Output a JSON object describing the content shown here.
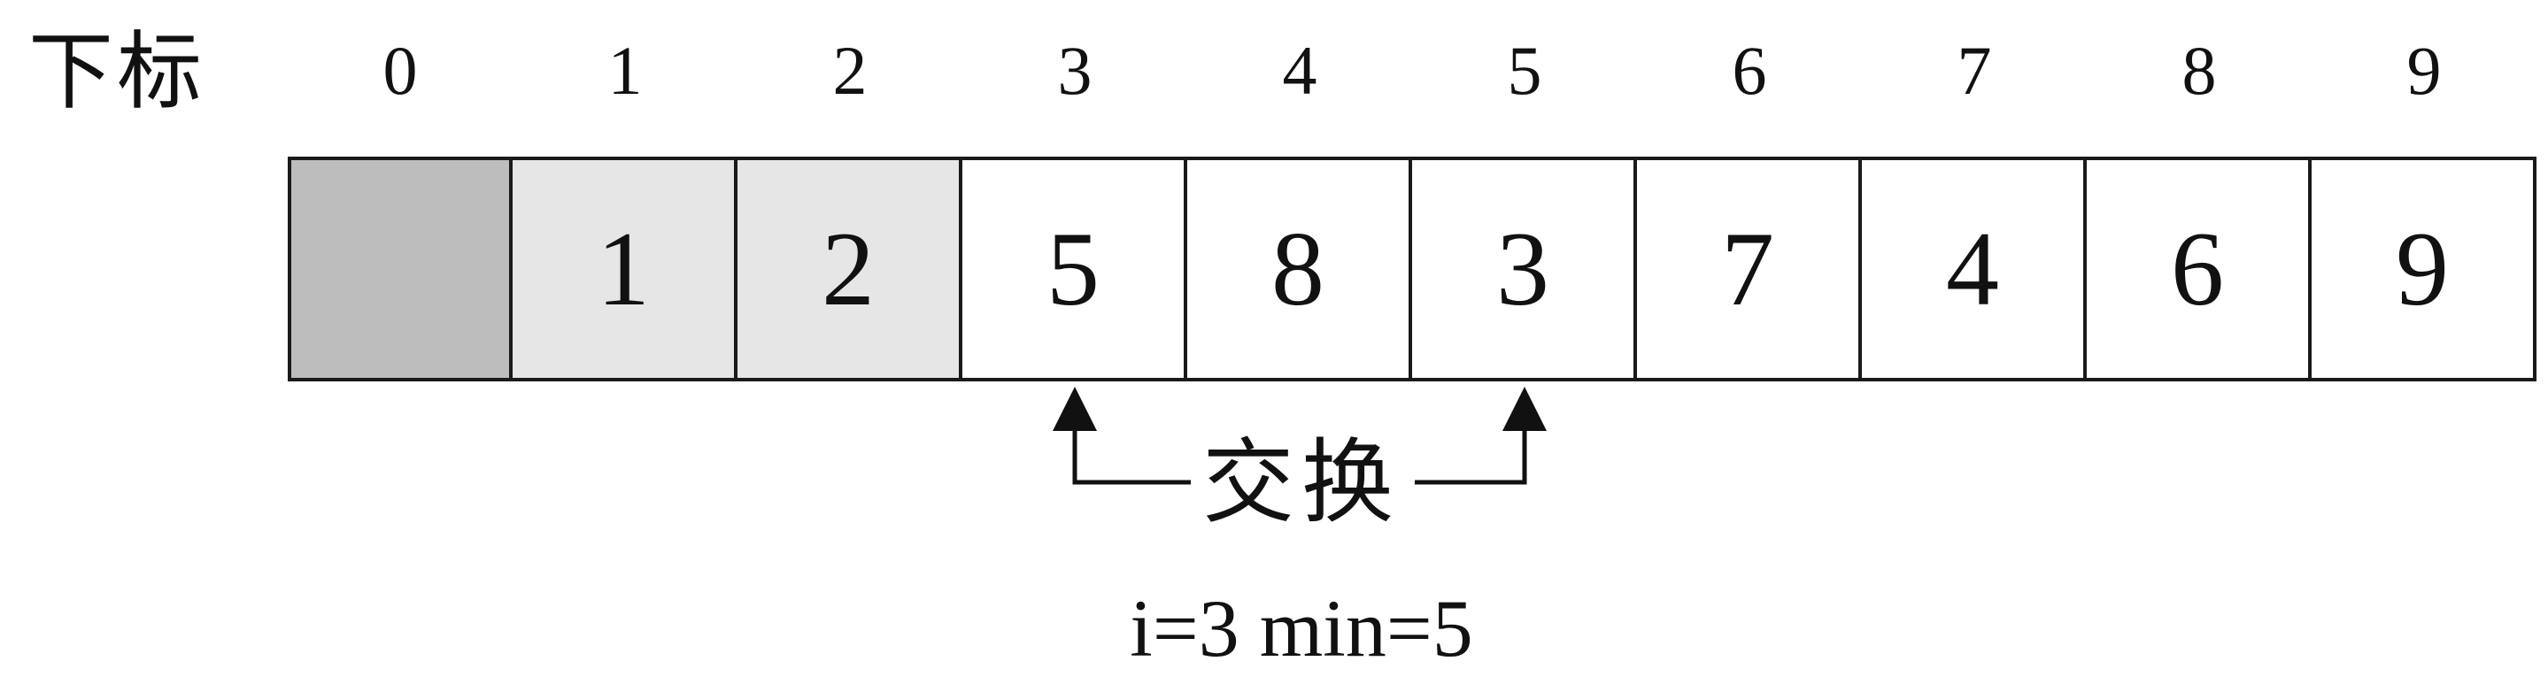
{
  "row_label": "下标",
  "indices": [
    "0",
    "1",
    "2",
    "3",
    "4",
    "5",
    "6",
    "7",
    "8",
    "9"
  ],
  "cells": [
    {
      "value": "",
      "state": "sentinel"
    },
    {
      "value": "1",
      "state": "sorted"
    },
    {
      "value": "2",
      "state": "sorted"
    },
    {
      "value": "5",
      "state": "normal"
    },
    {
      "value": "8",
      "state": "normal"
    },
    {
      "value": "3",
      "state": "normal"
    },
    {
      "value": "7",
      "state": "normal"
    },
    {
      "value": "4",
      "state": "normal"
    },
    {
      "value": "6",
      "state": "normal"
    },
    {
      "value": "9",
      "state": "normal"
    }
  ],
  "swap": {
    "label": "交换",
    "from_index": 3,
    "to_index": 5
  },
  "state_text": "i=3 min=5",
  "colors": {
    "sentinel_fill": "#bdbdbd",
    "sorted_fill": "#e6e6e6",
    "normal_fill": "#ffffff",
    "stroke": "#1a1a1a"
  }
}
